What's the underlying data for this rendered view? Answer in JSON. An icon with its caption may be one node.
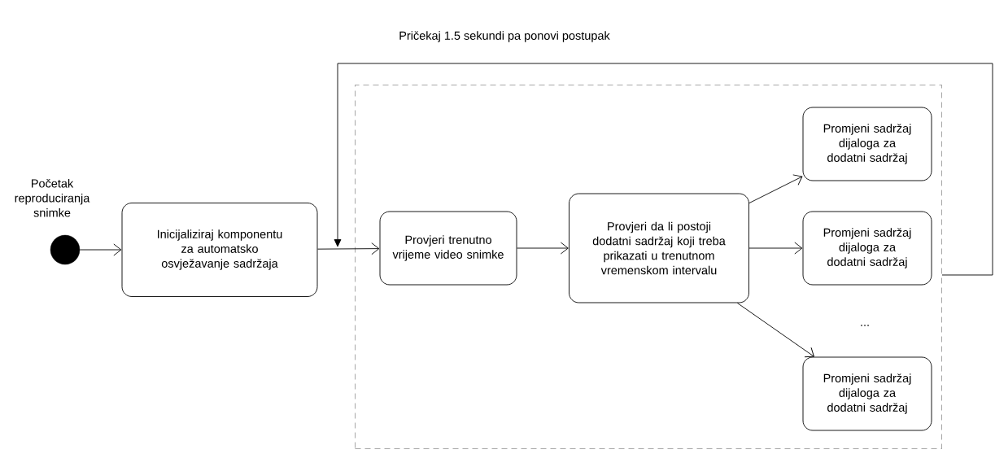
{
  "diagram": {
    "nodes": [
      {
        "text": [],
        "shape": "circle",
        "beside": [
          "Početak reproduciranja snimke"
        ]
      },
      {
        "text": [
          "Inicijaliziraj komponentu za automatsko osvježavanje sadržaja"
        ]
      },
      {
        "text": [],
        "shape": "box"
      },
      {
        "text": [
          "Provjeri trenutno vrijeme video snimke"
        ],
        "in": 2
      },
      {
        "text": [
          "Provjeri da li postoji dodatni sadržaj koji treba prikazati u trenutnom vremenskom intervalu"
        ],
        "in": 2
      },
      {
        "text": [
          "Promjeni sadržaj dijaloga za dodatni sadržaj"
        ],
        "in": 2
      },
      {
        "text": [
          "Promjeni sadržaj dijaloga za dodatni sadržaj"
        ],
        "in": 2
      },
      {
        "text": [
          "Promjeni sadržaj dijaloga za dodatni sadržaj"
        ],
        "in": 2
      }
    ],
    "edges": [
      {
        "from": 0,
        "to": 1,
        "arrow": "to"
      },
      {
        "from": 1,
        "to": 3,
        "arrow": "to"
      },
      {
        "from": 3,
        "to": 4,
        "arrow": "to"
      },
      {
        "from": 4,
        "to": 5,
        "arrow": "to"
      },
      {
        "from": 4,
        "to": 6,
        "arrow": "to"
      },
      {
        "from": 4,
        "to": 7,
        "arrow": "to"
      },
      {
        "from": 2,
        "to": null,
        "arrow": "to",
        "label": "Pričekaj 1.5 sekundi pa ponovi postupak"
      }
    ],
    "labels": [
      "..."
    ]
  }
}
